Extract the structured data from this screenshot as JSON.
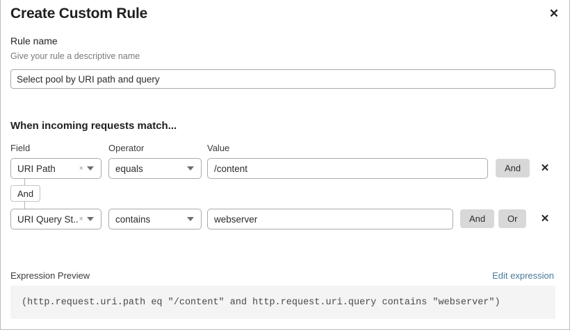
{
  "dialog": {
    "title": "Create Custom Rule",
    "close_icon": "close-icon"
  },
  "rule_name": {
    "label": "Rule name",
    "hint": "Give your rule a descriptive name",
    "value": "Select pool by URI path and query",
    "placeholder": ""
  },
  "match_section": {
    "heading": "When incoming requests match...",
    "columns": {
      "field": "Field",
      "operator": "Operator",
      "value": "Value"
    },
    "connector": {
      "label": "And"
    },
    "rows": [
      {
        "field": "URI Path",
        "operator": "equals",
        "value": "/content",
        "clear_icon": "×",
        "buttons": [
          "And"
        ],
        "delete_icon": "✕"
      },
      {
        "field": "URI Query St...",
        "operator": "contains",
        "value": "webserver",
        "clear_icon": "×",
        "buttons": [
          "And",
          "Or"
        ],
        "delete_icon": "✕"
      }
    ]
  },
  "expression_preview": {
    "label": "Expression Preview",
    "edit_link": "Edit expression",
    "code": "(http.request.uri.path eq \"/content\" and http.request.uri.query contains \"webserver\")"
  },
  "colors": {
    "link": "#4a7a9b",
    "button_bg": "#d8d8d8",
    "preview_bg": "#f4f4f4",
    "border": "#a9a9a9"
  }
}
